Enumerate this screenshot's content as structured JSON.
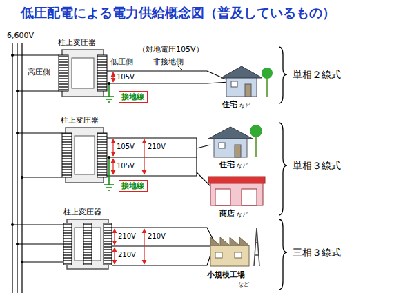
{
  "diagram": {
    "title": "低圧配電による電力供給概念図（普及しているもの）",
    "nodes": [
      {
        "text": [
          "柱上変圧器"
        ]
      },
      {
        "text": [
          "接地線"
        ]
      },
      {
        "text": [
          "柱上変圧器"
        ]
      },
      {
        "text": [
          "接地線"
        ]
      },
      {
        "text": [
          "柱上変圧器"
        ]
      }
    ],
    "labels": [
      "6,600V",
      "高圧側",
      "低圧側",
      "（対地電圧105V）",
      "非接地側",
      "105V",
      "住宅",
      "など",
      "単相２線式",
      "105V",
      "210V",
      "105V",
      "住宅",
      "など",
      "商店",
      "など",
      "単相３線式",
      "210V",
      "210V",
      "210V",
      "小規模工場",
      "など",
      "三相３線式"
    ]
  }
}
